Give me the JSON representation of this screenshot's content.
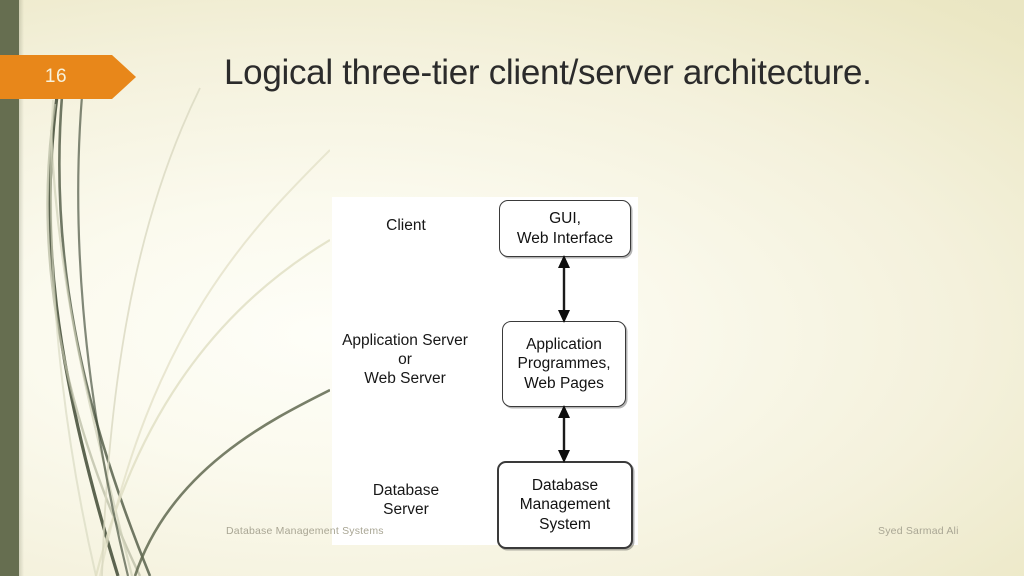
{
  "slide": {
    "page_number": "16",
    "title": "Logical three-tier client/server architecture.",
    "theme": {
      "band_color": "#666E50",
      "banner_color": "#E8871A",
      "banner_text_color": "#F7F2DC",
      "background_color": "#EDE9C8",
      "title_color": "#2B2B2B",
      "footer_color": "#A9A694"
    }
  },
  "diagram": {
    "tier_labels": [
      {
        "id": "client",
        "text": "Client"
      },
      {
        "id": "application-server",
        "text": "Application Server\nor\nWeb Server"
      },
      {
        "id": "database-server",
        "text": "Database\nServer"
      }
    ],
    "boxes": [
      {
        "id": "gui-web-interface",
        "text": "GUI,\nWeb Interface"
      },
      {
        "id": "application-programs-web-pages",
        "text": "Application\nProgrammes,\nWeb Pages"
      },
      {
        "id": "database-management-system",
        "text": "Database\nManagement\nSystem"
      }
    ],
    "connectors": [
      {
        "id": "gui-to-application",
        "type": "double-headed-vertical-arrow"
      },
      {
        "id": "application-to-dbms",
        "type": "double-headed-vertical-arrow"
      }
    ]
  },
  "footer": {
    "left": "Database Management Systems",
    "right": "Syed Sarmad Ali"
  }
}
